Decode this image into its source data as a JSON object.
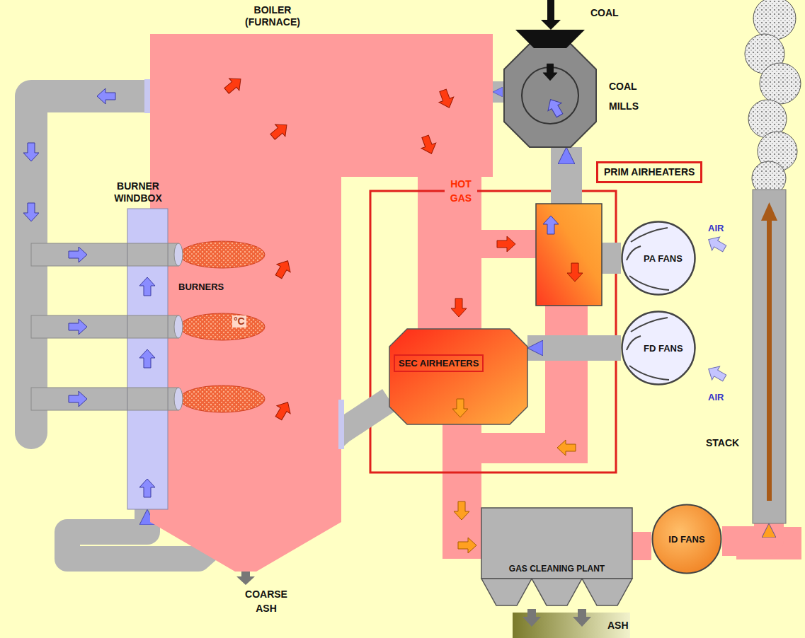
{
  "diagram": {
    "nodes": [
      {
        "text": [
          "BOILER (FURNACE)"
        ]
      },
      {
        "text": [
          "COAL MILLS"
        ]
      },
      {
        "text": [
          "PRIM AIRHEATERS"
        ]
      },
      {
        "text": [
          "BURNER WINDBOX"
        ]
      },
      {
        "text": [
          "PA FANS"
        ]
      },
      {
        "text": [
          "SEC AIRHEATERS"
        ]
      },
      {
        "text": [
          "FD FANS"
        ]
      },
      {
        "text": [
          "STACK"
        ]
      },
      {
        "text": [
          "GAS CLEANING PLANT"
        ]
      },
      {
        "text": [
          "ID FANS"
        ]
      }
    ],
    "edges": [
      {
        "from": 1,
        "to": 0,
        "arrow": "to"
      },
      {
        "from": 4,
        "to": 1,
        "arrow": "to"
      },
      {
        "from": 6,
        "to": 5,
        "arrow": "to"
      },
      {
        "from": 5,
        "to": 3,
        "arrow": "to"
      },
      {
        "from": 8,
        "to": 9,
        "arrow": "none"
      },
      {
        "from": 9,
        "to": 7,
        "arrow": "to"
      }
    ],
    "labels": [
      "COAL",
      "HOT GAS",
      "BURNERS",
      "°C",
      "AIR",
      "AIR",
      "COARSE ASH",
      "ASH"
    ]
  }
}
